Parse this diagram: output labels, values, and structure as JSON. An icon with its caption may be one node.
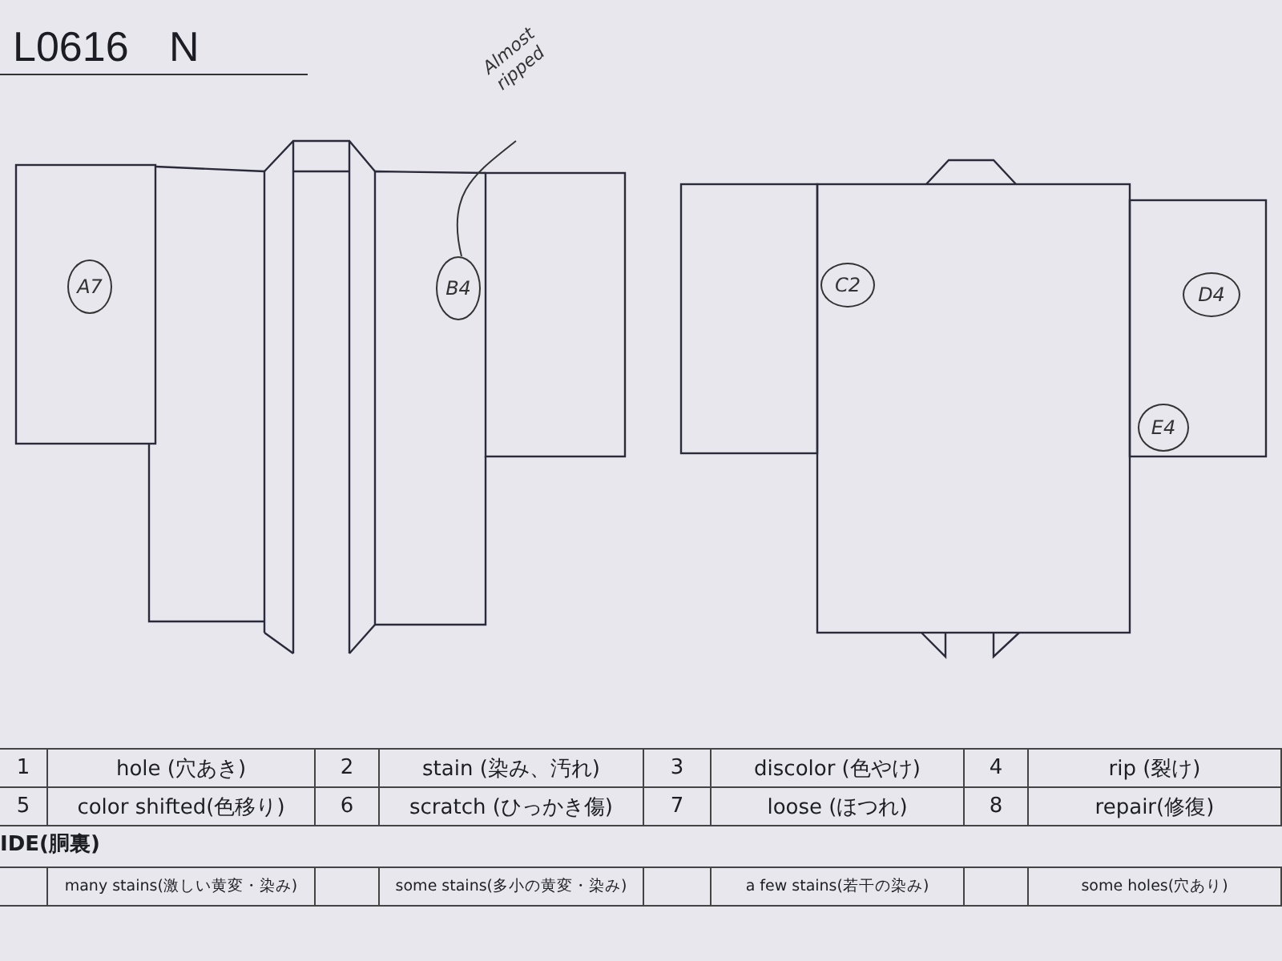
{
  "diagram": {
    "title": "L0616 N",
    "nodes": [
      {
        "text": [
          "A7"
        ]
      },
      {
        "text": [
          "B4"
        ]
      },
      {
        "text": [
          "Almost ripped"
        ]
      },
      {
        "text": [
          "C2"
        ]
      },
      {
        "text": [
          "D4"
        ]
      },
      {
        "text": [
          "E4"
        ]
      }
    ],
    "edges": [
      {
        "from": 2,
        "to": 1,
        "arrow": "none"
      }
    ],
    "labels": [
      "1",
      "hole (穴あき)",
      "2",
      "stain (染み、汚れ)",
      "3",
      "discolor (色やけ)",
      "4",
      "rip (裂け)",
      "5",
      "color shifted(色移り)",
      "6",
      "scratch (ひっかき傷)",
      "7",
      "loose (ほつれ)",
      "8",
      "repair(修復)",
      "IDE(胴裏)",
      "many stains(激しい黄変・染み)",
      "some stains(多小の黄変・染み)",
      "a few stains(若干の染み)",
      "some holes(穴あり)"
    ]
  }
}
